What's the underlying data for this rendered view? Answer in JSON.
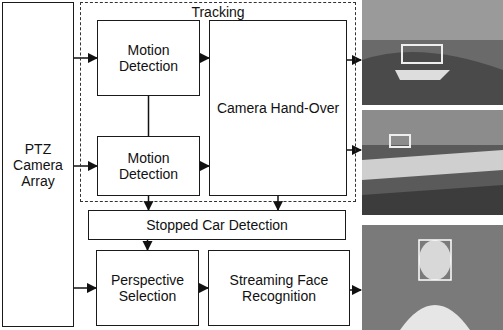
{
  "diagram": {
    "nodes": [
      {
        "text": [
          "PTZ Camera Array"
        ]
      },
      {
        "text": [
          "Tracking"
        ]
      },
      {
        "text": [
          "Motion Detection"
        ],
        "in": 1
      },
      {
        "text": [
          "Motion Detection"
        ],
        "in": 1
      },
      {
        "text": [
          "Camera Hand-Over"
        ],
        "in": 1
      },
      {
        "text": [
          "Stopped Car Detection"
        ]
      },
      {
        "text": [
          "Perspective Selection"
        ]
      },
      {
        "text": [
          "Streaming Face Recognition"
        ]
      }
    ],
    "edges": [
      {
        "from": 0,
        "to": 2,
        "arrow": "to"
      },
      {
        "from": 0,
        "to": 3,
        "arrow": "to"
      },
      {
        "from": 2,
        "to": 3,
        "arrow": "none"
      },
      {
        "from": 2,
        "to": 4,
        "arrow": "to"
      },
      {
        "from": 3,
        "to": 4,
        "arrow": "to"
      },
      {
        "from": 3,
        "to": 5,
        "arrow": "to"
      },
      {
        "from": 4,
        "to": 5,
        "arrow": "to"
      },
      {
        "from": 0,
        "to": 6,
        "arrow": "to"
      },
      {
        "from": 5,
        "to": 6,
        "arrow": "to"
      },
      {
        "from": 6,
        "to": 7,
        "arrow": "to"
      }
    ]
  }
}
